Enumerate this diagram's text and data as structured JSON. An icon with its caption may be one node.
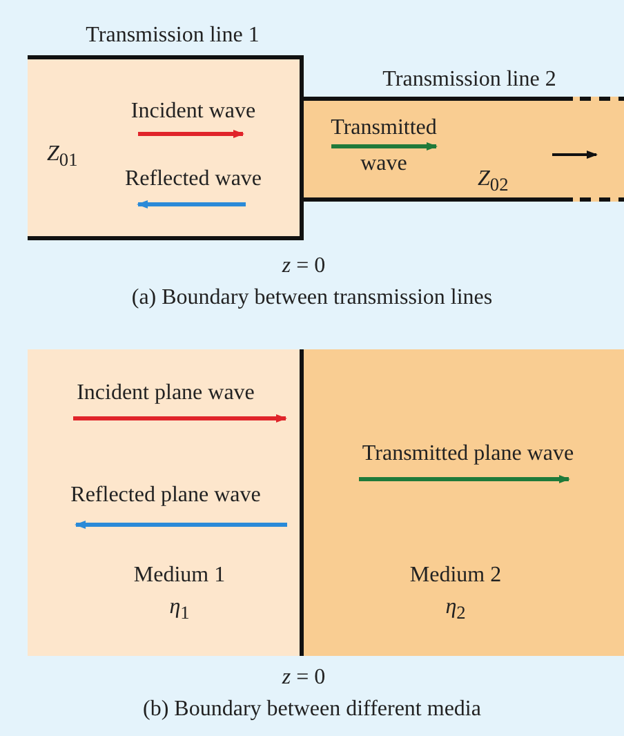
{
  "diagram": {
    "nodes": [
      {
        "text": [
          "Transmission line 1",
          "*Z*$_{01}$"
        ]
      },
      {
        "text": [
          "Transmission line 2",
          "*Z*$_{02}$"
        ]
      },
      {
        "text": [
          "Medium 1",
          "*η*$_{1}$"
        ]
      },
      {
        "text": [
          "Medium 2",
          "*η*$_{2}$"
        ]
      }
    ],
    "edges": [],
    "labels": [
      "Incident wave",
      "Transmitted wave",
      "Reflected wave",
      "*z* = 0",
      "(a)  Boundary between transmission lines",
      "Incident plane wave",
      "Transmitted plane wave",
      "Reflected plane wave",
      "*z* = 0",
      "(b)  Boundary between different media"
    ]
  }
}
